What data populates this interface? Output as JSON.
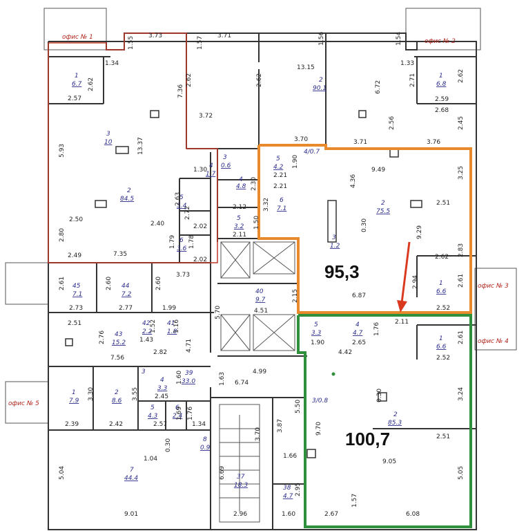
{
  "offices": [
    "офис № 1",
    "офис № 2",
    "офис № 3",
    "офис № 4",
    "офис № 5"
  ],
  "highlights": {
    "orange_area": "95,3",
    "green_area": "100,7",
    "orange_color": "#e8892b",
    "green_color": "#2f8f3a",
    "red_color": "#c0392b",
    "arrow_color": "#d9391f"
  },
  "rooms": [
    {
      "num": "1",
      "area": "6.7"
    },
    {
      "num": "2",
      "area": "90.1"
    },
    {
      "num": "1",
      "area": "6.8"
    },
    {
      "num": "3",
      "area": "10"
    },
    {
      "num": "2",
      "area": "84.5"
    },
    {
      "num": "3",
      "area": "0.6"
    },
    {
      "num": "4",
      "area": "1.7"
    },
    {
      "num": "4",
      "area": "4.8"
    },
    {
      "num": "5",
      "area": "5.4"
    },
    {
      "num": "5",
      "area": "4.2"
    },
    {
      "num": "4/0.7",
      "area": ""
    },
    {
      "num": "6",
      "area": "7.1"
    },
    {
      "num": "5",
      "area": "3.2"
    },
    {
      "num": "6",
      "area": "3.6"
    },
    {
      "num": "2",
      "area": "75.5"
    },
    {
      "num": "3",
      "area": "1.2"
    },
    {
      "num": "1",
      "area": "6.6"
    },
    {
      "num": "45",
      "area": "7.1"
    },
    {
      "num": "44",
      "area": "7.2"
    },
    {
      "num": "40",
      "area": "9.7"
    },
    {
      "num": "43",
      "area": "15.2"
    },
    {
      "num": "42",
      "area": "2.2"
    },
    {
      "num": "41",
      "area": "1.8"
    },
    {
      "num": "5",
      "area": "3.3"
    },
    {
      "num": "4",
      "area": "4.7"
    },
    {
      "num": "1",
      "area": "6.6"
    },
    {
      "num": "39",
      "area": "33.0"
    },
    {
      "num": "3",
      "area": ""
    },
    {
      "num": "4",
      "area": "3.3"
    },
    {
      "num": "1",
      "area": "7.9"
    },
    {
      "num": "2",
      "area": "8.6"
    },
    {
      "num": "5",
      "area": "4.3"
    },
    {
      "num": "6",
      "area": "2.4"
    },
    {
      "num": "3/0.8",
      "area": ""
    },
    {
      "num": "2",
      "area": "85.3"
    },
    {
      "num": "8",
      "area": "0.9"
    },
    {
      "num": "7",
      "area": "44.4"
    },
    {
      "num": "37",
      "area": "18.3"
    },
    {
      "num": "38",
      "area": "4.7"
    }
  ],
  "dimensions": [
    "3.73",
    "1.55",
    "3.71",
    "1.57",
    "1.56",
    "1.54",
    "1.34",
    "13.15",
    "1.33",
    "2.62",
    "2.62",
    "2.71",
    "2.62",
    "2.57",
    "7.36",
    "2.62",
    "6.72",
    "2.59",
    "3.72",
    "2.68",
    "5.93",
    "13.37",
    "2.56",
    "2.45",
    "3.70",
    "3.71",
    "3.76",
    "1.30",
    "1.90",
    "2.21",
    "2.21",
    "9.49",
    "3.25",
    "2.30",
    "4.36",
    "2.72",
    "2.63",
    "2.12",
    "3.32",
    "2.51",
    "2.50",
    "2.40",
    "2.02",
    "1.50",
    "0.30",
    "9.29",
    "2.80",
    "2.11",
    "1.79",
    "1.78",
    "2.83",
    "2.49",
    "7.35",
    "2.02",
    "2.62",
    "3.73",
    "2.61",
    "2.60",
    "2.60",
    "2.94",
    "2.61",
    "2.73",
    "2.77",
    "1.99",
    "2.15",
    "6.87",
    "2.52",
    "5.70",
    "4.51",
    "2.11",
    "2.51",
    "2.76",
    "1.52",
    "1.16",
    "1.90",
    "2.65",
    "1.76",
    "2.61",
    "1.43",
    "4.71",
    "4.42",
    "2.52",
    "7.56",
    "2.82",
    "4.99",
    "1.60",
    "1.63",
    "6.74",
    "0.30",
    "3.24",
    "3.30",
    "3.55",
    "2.45",
    "1.69",
    "1.76",
    "5.50",
    "9.70",
    "2.39",
    "2.42",
    "2.57",
    "1.34",
    "3.87",
    "3.70",
    "2.51",
    "1.04",
    "0.30",
    "1.66",
    "5.04",
    "6.69",
    "9.05",
    "2.95",
    "5.05",
    "9.01",
    "2.96",
    "1.60",
    "2.67",
    "1.57",
    "6.08"
  ]
}
